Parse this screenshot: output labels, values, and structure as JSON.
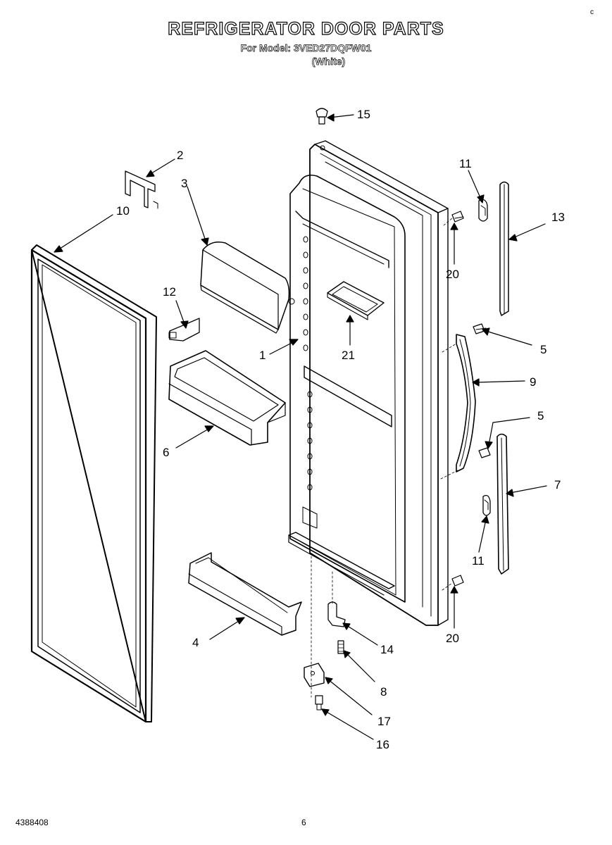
{
  "header": {
    "title": "REFRIGERATOR DOOR PARTS",
    "model_line": "For Model: 3VED27DQFW01",
    "color": "(White)"
  },
  "footer": {
    "doc_number": "4388408",
    "page_number": "6"
  },
  "callouts": [
    "1",
    "2",
    "3",
    "4",
    "5",
    "5",
    "6",
    "7",
    "8",
    "9",
    "10",
    "11",
    "11",
    "12",
    "13",
    "14",
    "15",
    "16",
    "17",
    "20",
    "20",
    "21"
  ],
  "corner_mark": "c"
}
